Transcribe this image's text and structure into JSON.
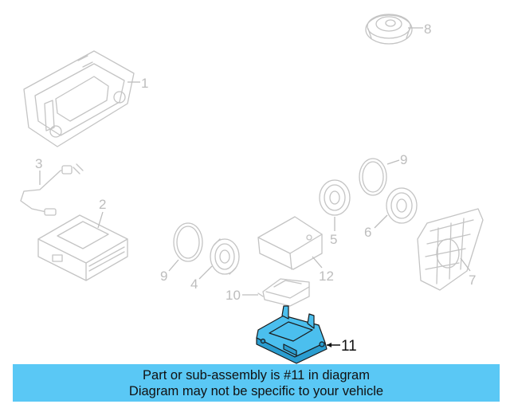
{
  "diagram": {
    "callouts": [
      "1",
      "2",
      "3",
      "4",
      "5",
      "6",
      "7",
      "8",
      "9",
      "9",
      "10",
      "11",
      "12"
    ],
    "highlighted_part": "11",
    "highlight_color": "#4bbfee",
    "line_color": "#c4c4c4"
  },
  "banner": {
    "line1": "Part or sub-assembly is #11 in diagram",
    "line2": "Diagram may not be specific to your vehicle",
    "background": "#5ac8f5"
  }
}
